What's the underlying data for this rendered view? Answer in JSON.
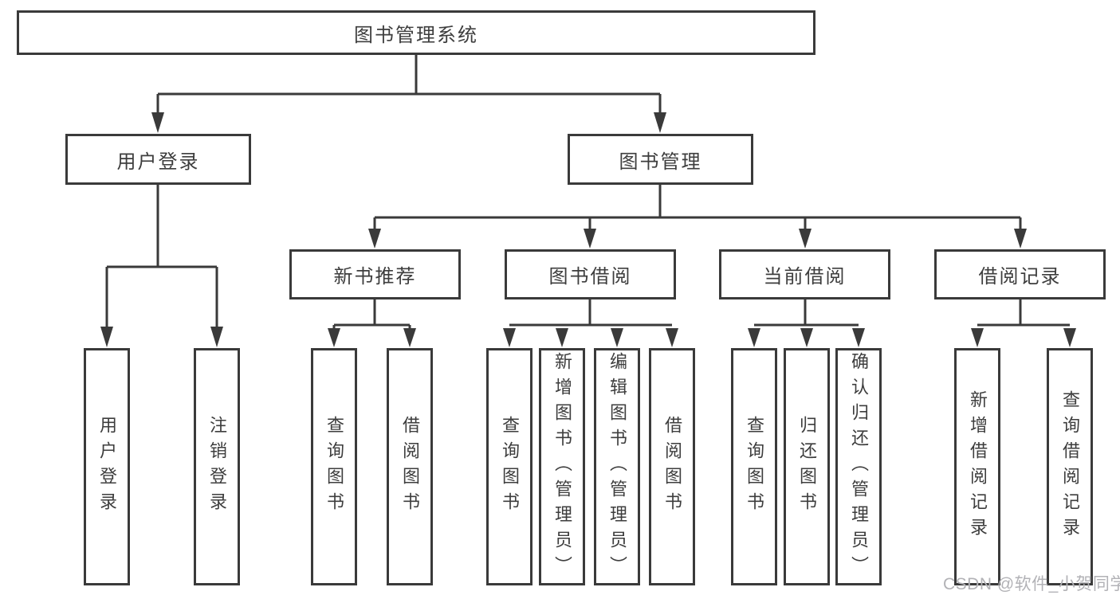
{
  "diagram": {
    "root": {
      "label": "图书管理系统"
    },
    "branches": [
      {
        "label": "用户登录",
        "children": [
          {
            "label": "用户登录"
          },
          {
            "label": "注销登录"
          }
        ]
      },
      {
        "label": "图书管理",
        "children": [
          {
            "label": "新书推荐",
            "children": [
              {
                "label": "查询图书"
              },
              {
                "label": "借阅图书"
              }
            ]
          },
          {
            "label": "图书借阅",
            "children": [
              {
                "label": "查询图书"
              },
              {
                "label": "新增图书（管理员）"
              },
              {
                "label": "编辑图书（管理员）"
              },
              {
                "label": "借阅图书"
              }
            ]
          },
          {
            "label": "当前借阅",
            "children": [
              {
                "label": "查询图书"
              },
              {
                "label": "归还图书"
              },
              {
                "label": "确认归还（管理员）"
              }
            ]
          },
          {
            "label": "借阅记录",
            "children": [
              {
                "label": "新增借阅记录"
              },
              {
                "label": "查询借阅记录"
              }
            ]
          }
        ]
      }
    ]
  },
  "watermark": {
    "text": "CSDN @软件_小贺同学"
  },
  "colors": {
    "line": "#3a3a3a",
    "text": "#3d3d3d",
    "watermark": "#b2b2b6",
    "background": "#ffffff"
  }
}
